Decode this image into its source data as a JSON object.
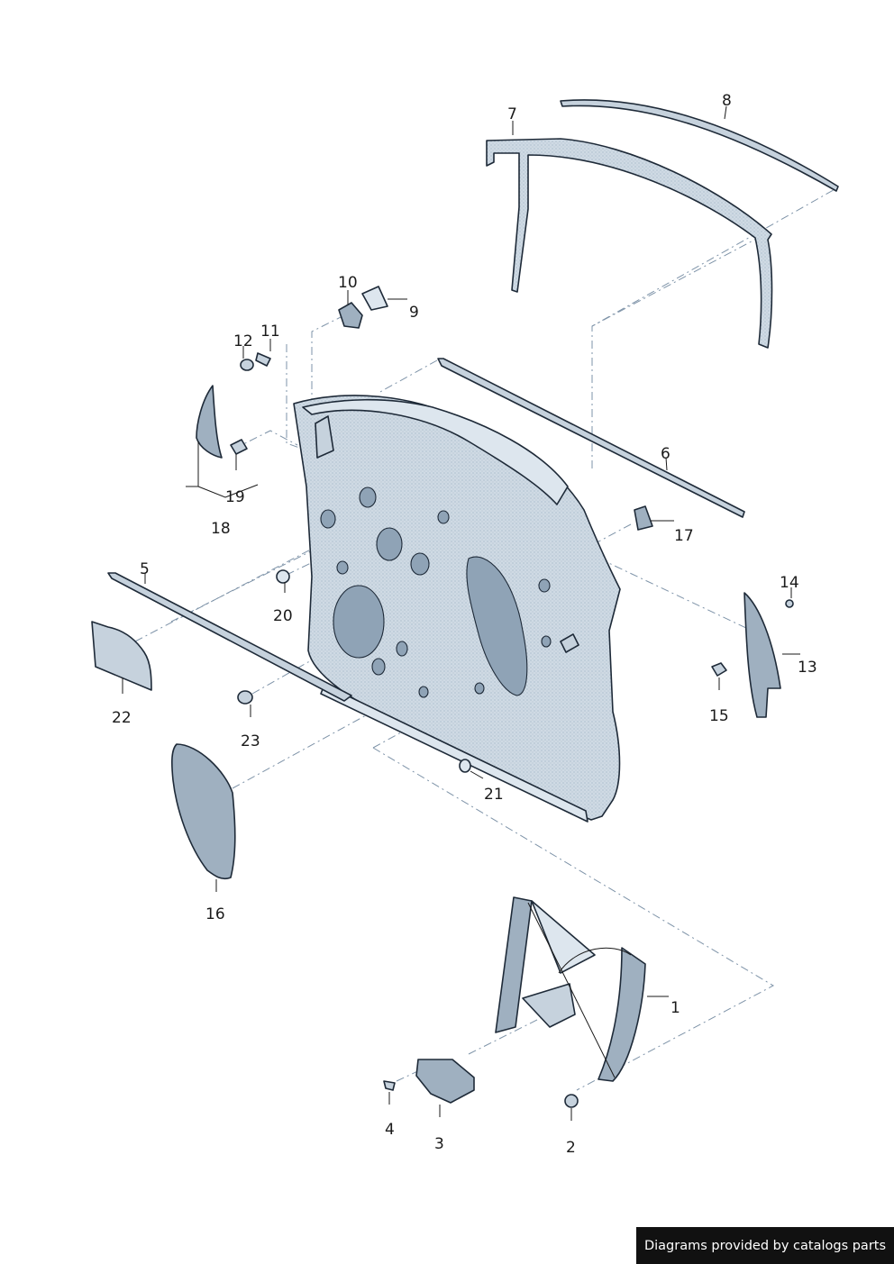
{
  "diagram": {
    "callouts": [
      {
        "id": "1",
        "text": "1"
      },
      {
        "id": "2",
        "text": "2"
      },
      {
        "id": "3",
        "text": "3"
      },
      {
        "id": "4",
        "text": "4"
      },
      {
        "id": "5",
        "text": "5"
      },
      {
        "id": "6",
        "text": "6"
      },
      {
        "id": "7",
        "text": "7"
      },
      {
        "id": "8",
        "text": "8"
      },
      {
        "id": "9",
        "text": "9"
      },
      {
        "id": "10",
        "text": "10"
      },
      {
        "id": "11",
        "text": "11"
      },
      {
        "id": "12",
        "text": "12"
      },
      {
        "id": "13",
        "text": "13"
      },
      {
        "id": "14",
        "text": "14"
      },
      {
        "id": "15",
        "text": "15"
      },
      {
        "id": "16",
        "text": "16"
      },
      {
        "id": "17",
        "text": "17"
      },
      {
        "id": "18",
        "text": "18"
      },
      {
        "id": "19",
        "text": "19"
      },
      {
        "id": "20",
        "text": "20"
      },
      {
        "id": "21",
        "text": "21"
      },
      {
        "id": "22",
        "text": "22"
      },
      {
        "id": "23",
        "text": "23"
      }
    ],
    "colors": {
      "part_fill": "#c6d2dd",
      "part_outline": "#1e2a38",
      "dash_line": "#7e93a8"
    }
  },
  "footer": {
    "credit": "Diagrams provided by catalogs parts"
  }
}
